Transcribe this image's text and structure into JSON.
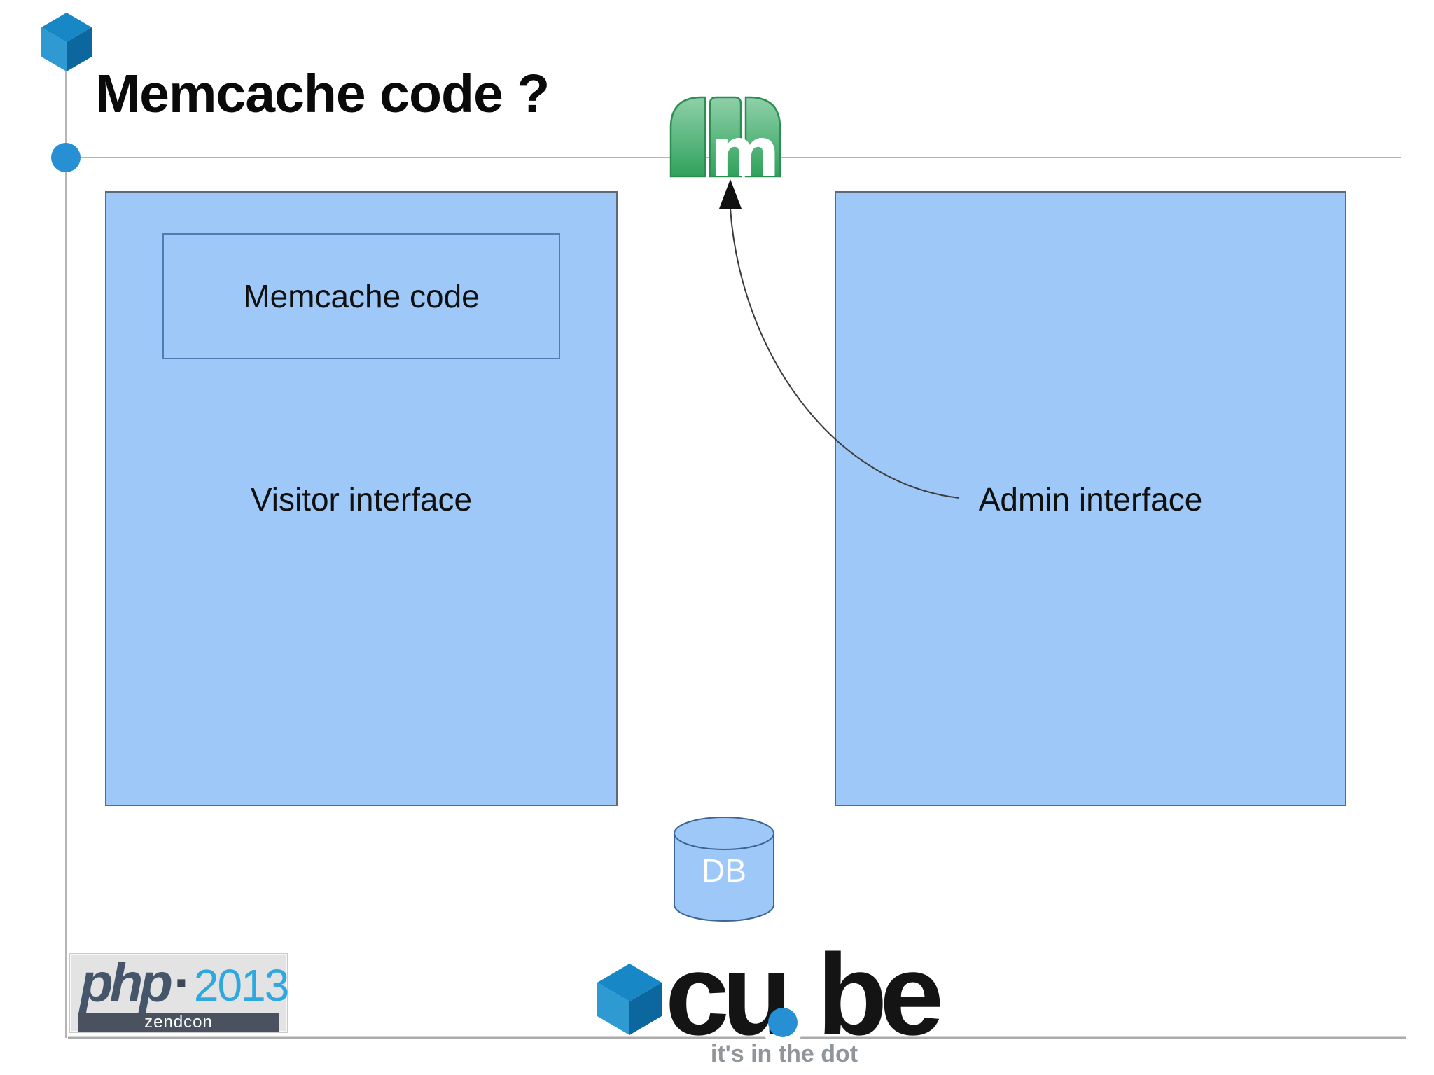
{
  "slide": {
    "title": "Memcache code ?"
  },
  "diagram": {
    "visitor_box": {
      "label": "Visitor interface"
    },
    "memcache_inner_box": {
      "label": "Memcache code"
    },
    "admin_box": {
      "label": "Admin interface"
    },
    "database": {
      "label": "DB"
    },
    "memcached_logo": {
      "letter": "m"
    }
  },
  "footer": {
    "php_logo": {
      "word": "php",
      "separator": "·",
      "year": "2013",
      "banner": "zendcon"
    },
    "cube_logo": {
      "word_left": "cu",
      "word_right": "be",
      "tagline": "it's in the dot"
    }
  },
  "colors": {
    "box_fill": "#9DC8F7",
    "box_border": "#5E6A78",
    "inner_box_border": "#4E7CB4",
    "db_fill": "#9DC8F7",
    "db_border": "#3C6494",
    "line_gray": "#B5B5B5",
    "connector": "#3C3C3C",
    "memcached_green_light": "#8FD0A8",
    "memcached_green_dark": "#2FA25C",
    "memcached_outline": "#2B8F52",
    "cube_face_top": "#1787C6",
    "cube_face_left": "#2F9AD2",
    "cube_face_right": "#0C679E",
    "php_dark": "#46566A",
    "php_year_blue": "#2FA8DF",
    "php_banner_bg": "#49525E",
    "dot_blue": "#2790D5"
  }
}
